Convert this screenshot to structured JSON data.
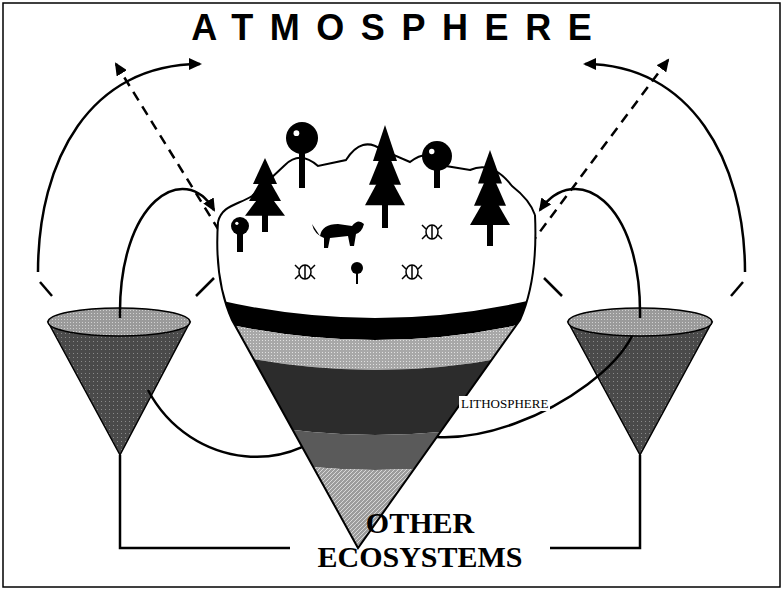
{
  "diagram": {
    "nodes": [
      {
        "text": [
          "LITHOSPHERE"
        ]
      }
    ],
    "labels": [
      "ATMOSPHERE",
      "OTHER ECOSYSTEMS"
    ]
  }
}
